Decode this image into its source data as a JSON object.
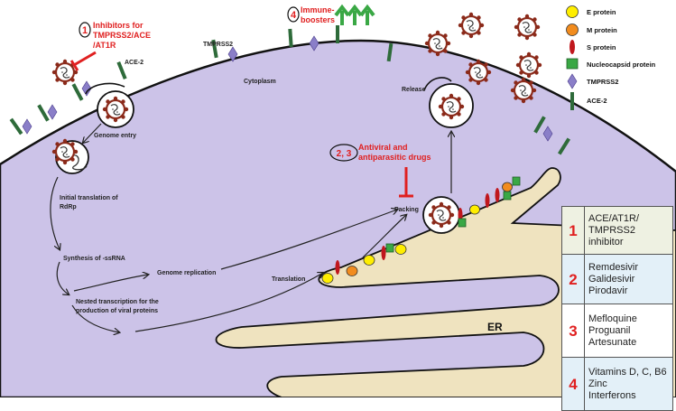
{
  "labels": {
    "cytoplasm": "Cytoplasm",
    "ace2": "ACE-2",
    "tmprss2": "TMPRSS2",
    "genome_entry": "Genome entry",
    "initial_translation_1": "Initial translation of",
    "initial_translation_2": "RdRp",
    "synthesis": "Synthesis of -ssRNA",
    "genome_replication": "Genome replication",
    "nested_1": "Nested transcription for the",
    "nested_2": "production of viral proteins",
    "translation": "Translation",
    "packing": "Packing",
    "release": "Release",
    "er": "ER"
  },
  "interventions": {
    "inhibitors_num": "1",
    "inhibitors_line1": "Inhibitors for",
    "inhibitors_line2": "TMPRSS2/ACE",
    "inhibitors_line3": "/AT1R",
    "boosters_num": "4",
    "boosters_line1": "Immune-",
    "boosters_line2": "boosters",
    "antiviral_num": "2, 3",
    "antiviral_line1": "Antiviral and",
    "antiviral_line2": "antiparasitic drugs"
  },
  "legend": [
    {
      "label": "E protein",
      "color": "#ffee00",
      "icon": "e-protein-icon"
    },
    {
      "label": "M protein",
      "color": "#f28c1e",
      "icon": "m-protein-icon"
    },
    {
      "label": "S protein",
      "color": "#c0171d",
      "icon": "s-protein-icon"
    },
    {
      "label": "Nucleocapsid protein",
      "color": "#3aa845",
      "icon": "nucleocapsid-icon"
    },
    {
      "label": "TMPRSS2",
      "color": "#8a7ec8",
      "icon": "tmprss2-icon"
    },
    {
      "label": "ACE-2",
      "color": "#2e6b3a",
      "icon": "ace2-icon"
    }
  ],
  "drug_table": [
    {
      "num": "1",
      "text": "ACE/AT1R/\nTMPRSS2\ninhibitor"
    },
    {
      "num": "2",
      "text": "Remdesivir\nGalidesivir\nPirodavir"
    },
    {
      "num": "3",
      "text": "Mefloquine\nProguanil\nArtesunate"
    },
    {
      "num": "4",
      "text": "Vitamins D, C, B6\nZinc\nInterferons"
    }
  ]
}
